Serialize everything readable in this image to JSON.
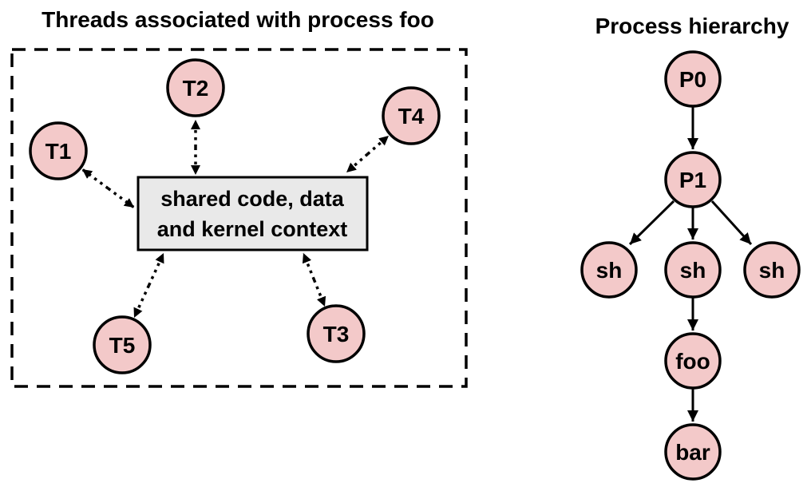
{
  "left_panel": {
    "title": "Threads associated with process foo",
    "shared_box": {
      "line1": "shared code, data",
      "line2": "and kernel context"
    },
    "threads": [
      {
        "id": "T1",
        "label": "T1"
      },
      {
        "id": "T2",
        "label": "T2"
      },
      {
        "id": "T3",
        "label": "T3"
      },
      {
        "id": "T4",
        "label": "T4"
      },
      {
        "id": "T5",
        "label": "T5"
      }
    ]
  },
  "right_panel": {
    "title": "Process hierarchy",
    "nodes": [
      {
        "id": "P0",
        "label": "P0"
      },
      {
        "id": "P1",
        "label": "P1"
      },
      {
        "id": "sh-left",
        "label": "sh"
      },
      {
        "id": "sh-middle",
        "label": "sh"
      },
      {
        "id": "sh-right",
        "label": "sh"
      },
      {
        "id": "foo",
        "label": "foo"
      },
      {
        "id": "bar",
        "label": "bar"
      }
    ]
  },
  "colors": {
    "node_fill": "#f3c9c9",
    "node_stroke": "#000000",
    "box_fill": "#e9e9e9",
    "line_color": "#000000",
    "background": "#ffffff"
  }
}
